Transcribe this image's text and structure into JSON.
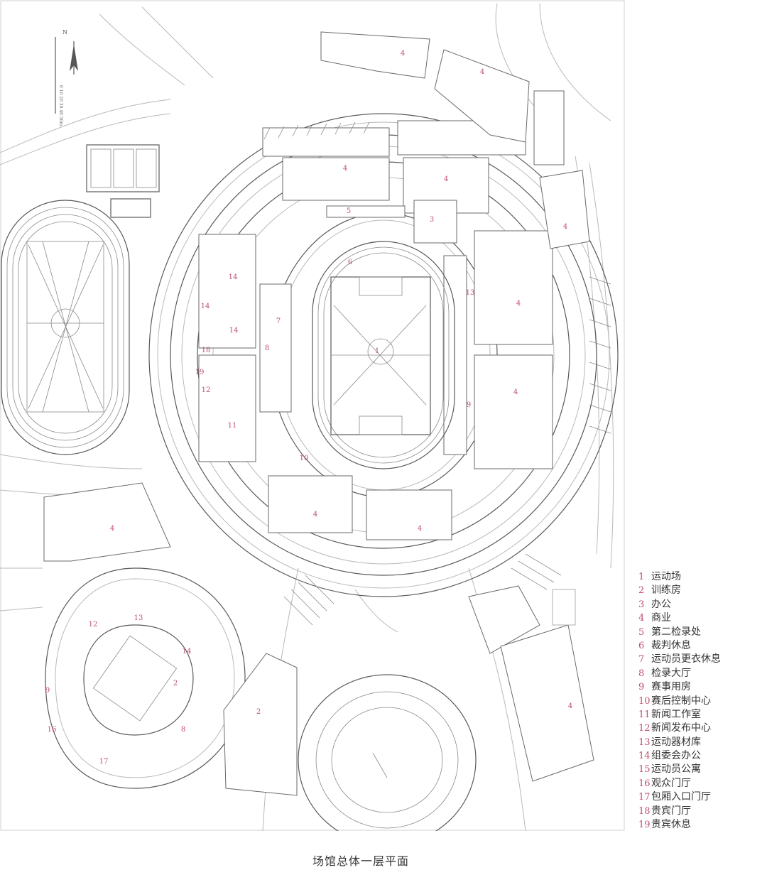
{
  "caption": "场馆总体一层平面",
  "north_label": "N",
  "scale_label": "0 10 20 30 40 50m",
  "plan_labels": [
    {
      "id": "field",
      "text": "1"
    },
    {
      "id": "training_right",
      "text": "2"
    },
    {
      "id": "training_gym",
      "text": "2"
    },
    {
      "id": "office",
      "text": "3"
    },
    {
      "id": "shop_nw",
      "text": "4"
    },
    {
      "id": "shop_ne",
      "text": "4"
    },
    {
      "id": "shop_e1",
      "text": "4"
    },
    {
      "id": "shop_e2",
      "text": "4"
    },
    {
      "id": "shop_s1",
      "text": "4"
    },
    {
      "id": "shop_s2",
      "text": "4"
    },
    {
      "id": "shop_top",
      "text": "4"
    },
    {
      "id": "shop_top2",
      "text": "4"
    },
    {
      "id": "shop_far_e",
      "text": "4"
    },
    {
      "id": "shop_sw",
      "text": "4"
    },
    {
      "id": "shop_se",
      "text": "4"
    },
    {
      "id": "checkin2",
      "text": "5"
    },
    {
      "id": "referee",
      "text": "6"
    },
    {
      "id": "athlete",
      "text": "7"
    },
    {
      "id": "hall",
      "text": "8"
    },
    {
      "id": "event",
      "text": "9"
    },
    {
      "id": "control",
      "text": "10"
    },
    {
      "id": "press_work",
      "text": "11"
    },
    {
      "id": "press_release",
      "text": "12"
    },
    {
      "id": "equipment",
      "text": "13"
    },
    {
      "id": "committee1",
      "text": "14"
    },
    {
      "id": "committee2",
      "text": "14"
    },
    {
      "id": "committee3",
      "text": "14"
    },
    {
      "id": "vip_hall",
      "text": "18"
    },
    {
      "id": "vip_rest",
      "text": "19"
    },
    {
      "id": "gym_9",
      "text": "9"
    },
    {
      "id": "gym_16",
      "text": "16"
    },
    {
      "id": "gym_17",
      "text": "17"
    },
    {
      "id": "gym_12",
      "text": "12"
    },
    {
      "id": "gym_13",
      "text": "13"
    },
    {
      "id": "gym_14",
      "text": "14"
    },
    {
      "id": "gym_8",
      "text": "8"
    }
  ],
  "legend": [
    {
      "num": "1",
      "label": "运动场"
    },
    {
      "num": "2",
      "label": "训练房"
    },
    {
      "num": "3",
      "label": "办公"
    },
    {
      "num": "4",
      "label": "商业"
    },
    {
      "num": "5",
      "label": "第二检录处"
    },
    {
      "num": "6",
      "label": "裁判休息"
    },
    {
      "num": "7",
      "label": "运动员更衣休息"
    },
    {
      "num": "8",
      "label": "检录大厅"
    },
    {
      "num": "9",
      "label": "赛事用房"
    },
    {
      "num": "10",
      "label": "赛后控制中心"
    },
    {
      "num": "11",
      "label": "新闻工作室"
    },
    {
      "num": "12",
      "label": "新闻发布中心"
    },
    {
      "num": "13",
      "label": "运动器材库"
    },
    {
      "num": "14",
      "label": "组委会办公"
    },
    {
      "num": "15",
      "label": "运动员公寓"
    },
    {
      "num": "16",
      "label": "观众门厅"
    },
    {
      "num": "17",
      "label": "包厢入口门厅"
    },
    {
      "num": "18",
      "label": "贵宾门厅"
    },
    {
      "num": "19",
      "label": "贵宾休息"
    }
  ],
  "colors": {
    "label": "#c0506e",
    "line": "#6a6a6a"
  }
}
